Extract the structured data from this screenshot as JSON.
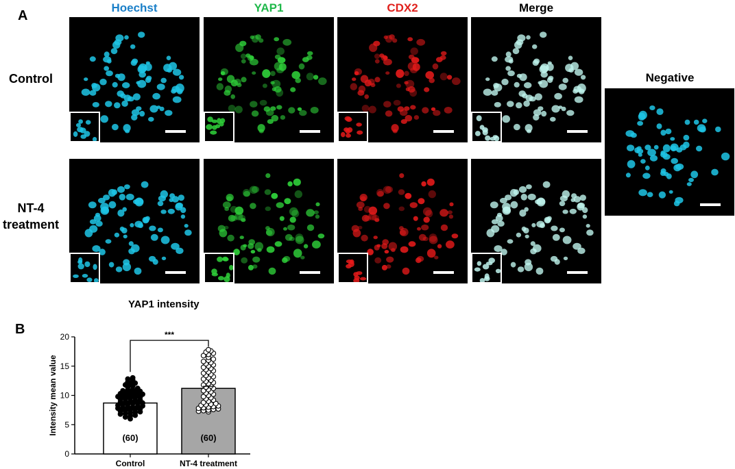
{
  "panel_a": {
    "letter": "A",
    "columns": [
      {
        "label": "Hoechst",
        "color": "#1a7fc8"
      },
      {
        "label": "YAP1",
        "color": "#1fb84a"
      },
      {
        "label": "CDX2",
        "color": "#e0211d"
      },
      {
        "label": "Merge",
        "color": "#000000"
      }
    ],
    "rows": [
      {
        "label_line1": "Control",
        "label_line2": ""
      },
      {
        "label_line1": "NT-4",
        "label_line2": "treatment"
      }
    ],
    "negative_label": "Negative",
    "channel_colors": {
      "hoechst": "#1fc6e6",
      "yap1": "#2fd23a",
      "cdx2": "#e61a1a",
      "merge": "#bff5ee"
    }
  },
  "panel_b": {
    "letter": "B",
    "heading": "YAP1 intensity"
  },
  "chart_data": {
    "type": "bar",
    "title": "YAP1 intensity",
    "xlabel": "",
    "ylabel": "Intensity mean value",
    "categories": [
      "Control",
      "NT-4 treatment"
    ],
    "values": [
      8.7,
      11.2
    ],
    "n_labels": [
      "(60)",
      "(60)"
    ],
    "bar_colors": [
      "#ffffff",
      "#a6a6a6"
    ],
    "point_styles": [
      "filled",
      "open"
    ],
    "ylim": [
      0,
      20
    ],
    "yticks": [
      0,
      5,
      10,
      15,
      20
    ],
    "significance": "***",
    "points": [
      [
        6.0,
        6.3,
        6.5,
        6.6,
        6.8,
        6.9,
        7.0,
        7.1,
        7.2,
        7.3,
        7.4,
        7.5,
        7.6,
        7.7,
        7.8,
        7.9,
        8.0,
        8.0,
        8.1,
        8.2,
        8.3,
        8.4,
        8.5,
        8.6,
        8.6,
        8.7,
        8.8,
        8.9,
        9.0,
        9.1,
        9.2,
        9.3,
        9.4,
        9.5,
        9.6,
        9.7,
        9.8,
        9.9,
        10.0,
        10.0,
        10.1,
        10.2,
        10.3,
        10.4,
        10.5,
        10.6,
        10.7,
        10.8,
        10.9,
        11.0,
        11.2,
        11.4,
        11.6,
        11.8,
        12.0,
        12.1,
        12.3,
        12.6,
        12.8,
        13.0
      ],
      [
        7.2,
        7.3,
        7.4,
        7.5,
        7.6,
        7.7,
        7.8,
        7.9,
        8.0,
        8.1,
        8.2,
        8.3,
        8.4,
        8.5,
        8.6,
        8.8,
        9.0,
        9.2,
        9.4,
        9.6,
        9.8,
        10.0,
        10.2,
        10.4,
        10.6,
        10.8,
        11.0,
        11.2,
        11.4,
        11.6,
        11.8,
        12.0,
        12.2,
        12.4,
        12.6,
        12.8,
        13.0,
        13.2,
        13.4,
        13.6,
        13.8,
        14.0,
        14.2,
        14.4,
        14.6,
        14.8,
        15.0,
        15.2,
        15.4,
        15.6,
        15.8,
        16.0,
        16.2,
        16.5,
        16.8,
        17.0,
        17.2,
        17.4,
        17.6,
        17.8
      ]
    ]
  }
}
